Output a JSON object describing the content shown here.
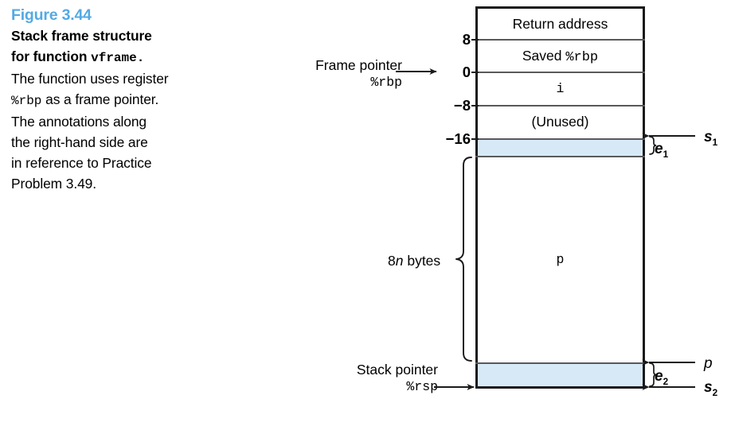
{
  "caption": {
    "figure_number": "Figure 3.44",
    "lines": [
      {
        "text": "Stack frame structure",
        "bold": true,
        "mono_suffix": ""
      },
      {
        "text": "for function ",
        "bold": true,
        "mono_suffix": "vframe."
      },
      {
        "text": "The function uses register",
        "bold": false,
        "mono_suffix": ""
      },
      {
        "text": " as a frame pointer.",
        "bold": false,
        "mono_prefix": "%rbp"
      },
      {
        "text": "The annotations along",
        "bold": false,
        "mono_suffix": ""
      },
      {
        "text": "the right-hand side are",
        "bold": false,
        "mono_suffix": ""
      },
      {
        "text": "in reference to Practice",
        "bold": false,
        "mono_suffix": ""
      },
      {
        "text": "Problem 3.49.",
        "bold": false,
        "mono_suffix": ""
      }
    ],
    "line1": "Stack frame structure",
    "line2_prefix": "for function ",
    "line2_mono": "vframe.",
    "line3": "The function uses register",
    "line4_mono": "%rbp",
    "line4_rest": " as a frame pointer.",
    "line5": "The annotations along",
    "line6": "the right-hand side are",
    "line7": "in reference to Practice",
    "line8": "Problem 3.49."
  },
  "diagram": {
    "title": "Stack frame for vframe",
    "cells": [
      {
        "id": "return-address",
        "label": "Return address",
        "mono": false
      },
      {
        "id": "saved-rbp-prefix",
        "label": "Saved ",
        "mono": false
      },
      {
        "id": "saved-rbp-reg",
        "label": "%rbp",
        "mono": true
      },
      {
        "id": "variable-i",
        "label": "i",
        "mono": true
      },
      {
        "id": "unused",
        "label": "(Unused)",
        "mono": false
      },
      {
        "id": "array-p",
        "label": "p",
        "mono": true
      }
    ],
    "cell_return_address": "Return address",
    "cell_saved_prefix": "Saved ",
    "cell_saved_reg": "%rbp",
    "cell_i": "i",
    "cell_unused": "(Unused)",
    "cell_p": "p",
    "offsets": [
      "8",
      "0",
      "−8",
      "−16"
    ],
    "offset_8": "8",
    "offset_0": "0",
    "offset_neg8": "−8",
    "offset_neg16": "−16",
    "frame_pointer_label": "Frame pointer",
    "frame_pointer_reg": "%rbp",
    "stack_pointer_label": "Stack pointer",
    "stack_pointer_reg": "%rsp",
    "bytes_label_prefix": "8",
    "bytes_label_italic": "n",
    "bytes_label_suffix": " bytes",
    "annotations": [
      {
        "id": "e1",
        "base": "e",
        "sub": "1"
      },
      {
        "id": "s1",
        "base": "s",
        "sub": "1"
      },
      {
        "id": "e2",
        "base": "e",
        "sub": "2"
      },
      {
        "id": "s2",
        "base": "s",
        "sub": "2"
      },
      {
        "id": "p",
        "base": "p",
        "sub": ""
      }
    ],
    "annot_e1_base": "e",
    "annot_e1_sub": "1",
    "annot_s1_base": "s",
    "annot_s1_sub": "1",
    "annot_e2_base": "e",
    "annot_e2_sub": "2",
    "annot_s2_base": "s",
    "annot_s2_sub": "2",
    "annot_p_base": "p"
  },
  "colors": {
    "figure_heading": "#53aae4",
    "band_fill": "#d7e9f7",
    "box_border": "#1a1a1a",
    "row_divider": "#58595b",
    "text": "#000000",
    "background": "#ffffff"
  }
}
